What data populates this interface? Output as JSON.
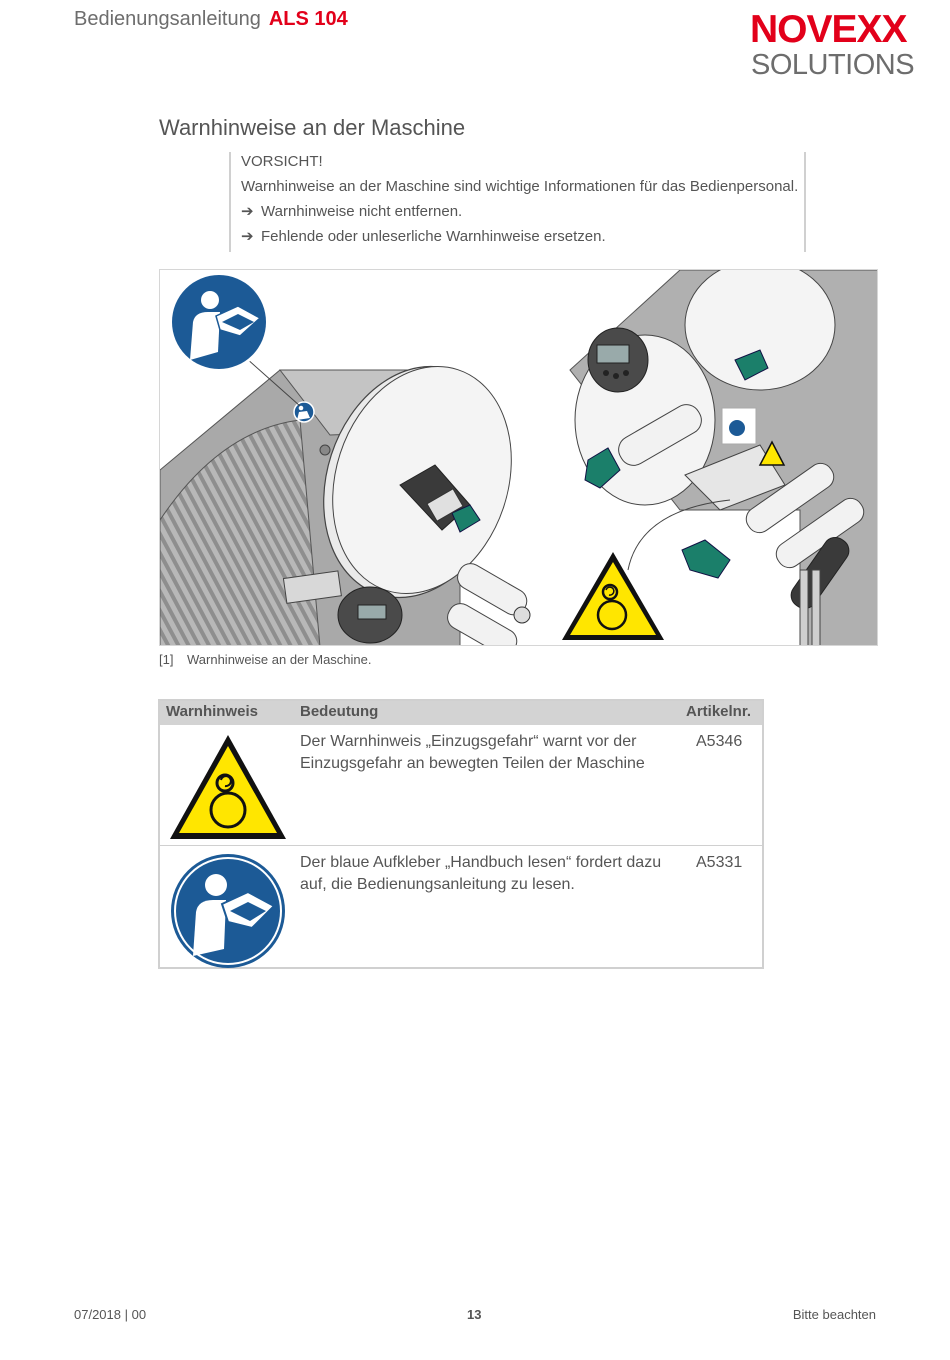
{
  "header": {
    "doc_type": "Bedienungsanleitung",
    "model": "ALS 104",
    "logo_brand": "NOVEXX",
    "logo_sub": "SOLUTIONS"
  },
  "section": {
    "title": "Warnhinweise an der Maschine"
  },
  "notice": {
    "heading": "VORSICHT!",
    "text": "Warnhinweise an der Maschine sind wichtige Informationen für das Bedienpersonal.",
    "items": [
      "Warnhinweise nicht entfernen.",
      "Fehlende oder unleserliche Warnhinweise ersetzen."
    ]
  },
  "figure": {
    "caption_number": "[1]",
    "caption_text": "Warnhinweise an der Maschine."
  },
  "table": {
    "headers": [
      "Warnhinweis",
      "Bedeutung",
      "Artikelnr."
    ],
    "rows": [
      {
        "icon": "pinch-hazard-warning-icon",
        "meaning": "Der Warnhinweis „Einzugsgefahr“ warnt vor der Einzugsgefahr an bewegten Teilen der Maschine",
        "article_no": "A5346"
      },
      {
        "icon": "read-manual-icon",
        "meaning": "Der blaue Aufkleber „Handbuch lesen“ fordert dazu auf, die Bedienungsanleitung zu lesen.",
        "article_no": "A5331"
      }
    ]
  },
  "footer": {
    "date": "07/2018 | 00",
    "page": "13",
    "note": "Bitte beachten"
  },
  "colors": {
    "brand_red": "#e2001a",
    "text_gray": "#555555",
    "warning_yellow": "#ffe600",
    "mandatory_blue": "#1c5a96",
    "knob_green": "#1b7f6a"
  }
}
